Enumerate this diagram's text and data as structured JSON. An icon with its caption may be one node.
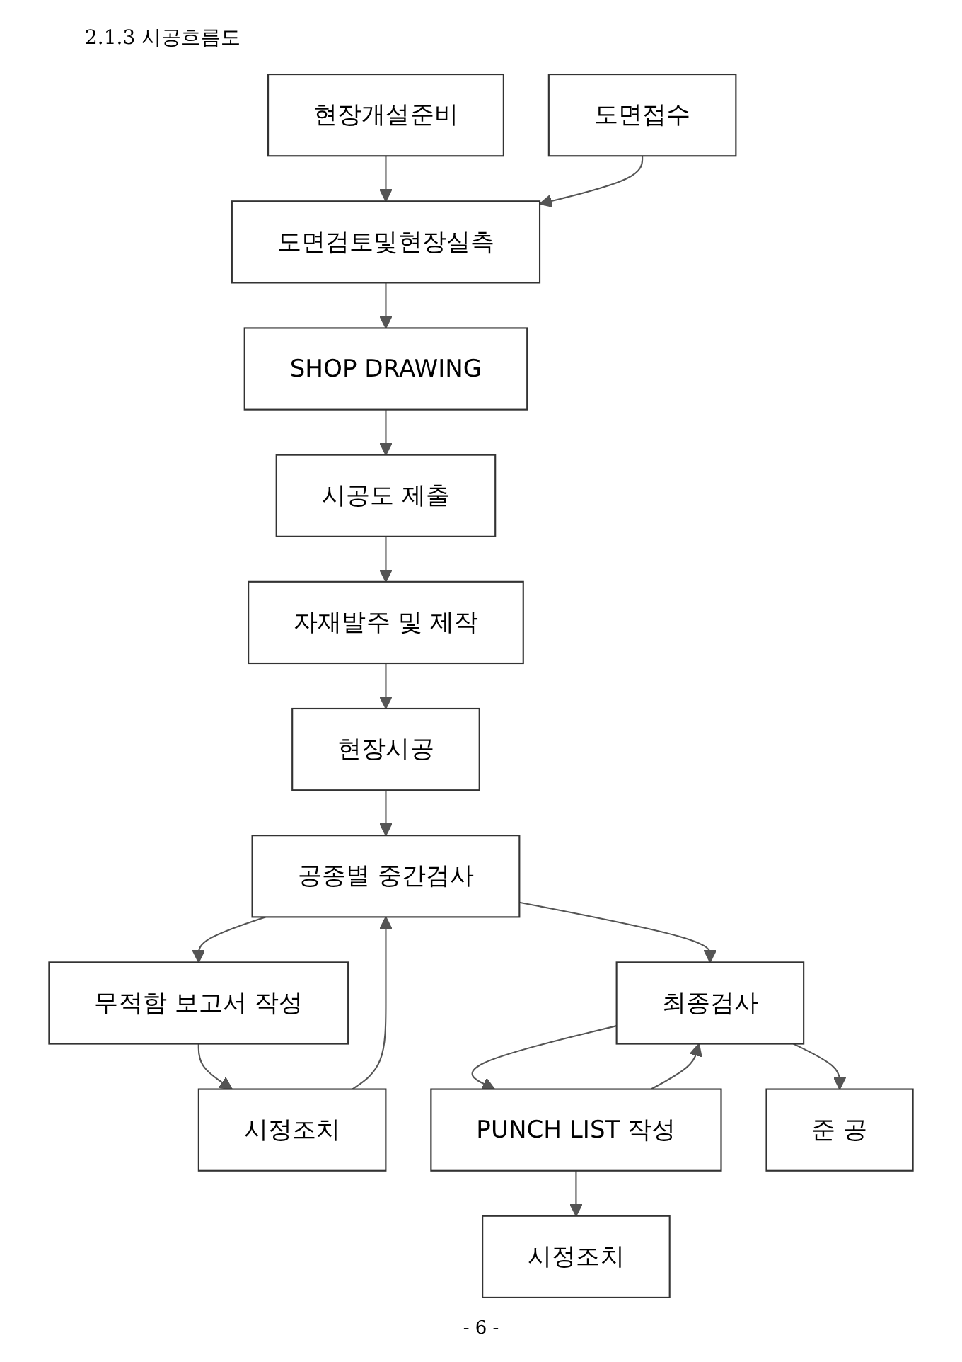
{
  "diagram": {
    "title": "2.1.3 시공흐름도",
    "nodes": [
      {
        "text": [
          "현장개설준비"
        ]
      },
      {
        "text": [
          "도면접수"
        ]
      },
      {
        "text": [
          "도면검토및현장실측"
        ]
      },
      {
        "text": [
          "SHOP DRAWING"
        ]
      },
      {
        "text": [
          "시공도 제출"
        ]
      },
      {
        "text": [
          "자재발주 및 제작"
        ]
      },
      {
        "text": [
          "현장시공"
        ]
      },
      {
        "text": [
          "공종별 중간검사"
        ]
      },
      {
        "text": [
          "무적함 보고서 작성"
        ]
      },
      {
        "text": [
          "시정조치"
        ]
      },
      {
        "text": [
          "최종검사"
        ]
      },
      {
        "text": [
          "PUNCH LIST 작성"
        ]
      },
      {
        "text": [
          "시정조치"
        ]
      },
      {
        "text": [
          "준 공"
        ]
      }
    ],
    "edges": [
      {
        "from": 0,
        "to": 2,
        "arrow": "to"
      },
      {
        "from": 1,
        "to": 2,
        "arrow": "to"
      },
      {
        "from": 2,
        "to": 3,
        "arrow": "to"
      },
      {
        "from": 3,
        "to": 4,
        "arrow": "to"
      },
      {
        "from": 4,
        "to": 5,
        "arrow": "to"
      },
      {
        "from": 5,
        "to": 6,
        "arrow": "to"
      },
      {
        "from": 6,
        "to": 7,
        "arrow": "to"
      },
      {
        "from": 7,
        "to": 8,
        "arrow": "to"
      },
      {
        "from": 8,
        "to": 9,
        "arrow": "to"
      },
      {
        "from": 9,
        "to": 7,
        "arrow": "to"
      },
      {
        "from": 7,
        "to": 10,
        "arrow": "to"
      },
      {
        "from": 10,
        "to": 11,
        "arrow": "to"
      },
      {
        "from": 11,
        "to": 12,
        "arrow": "to"
      },
      {
        "from": 11,
        "to": 10,
        "arrow": "to"
      },
      {
        "from": 10,
        "to": 13,
        "arrow": "to"
      }
    ],
    "labels": [
      "- 6 -"
    ]
  }
}
